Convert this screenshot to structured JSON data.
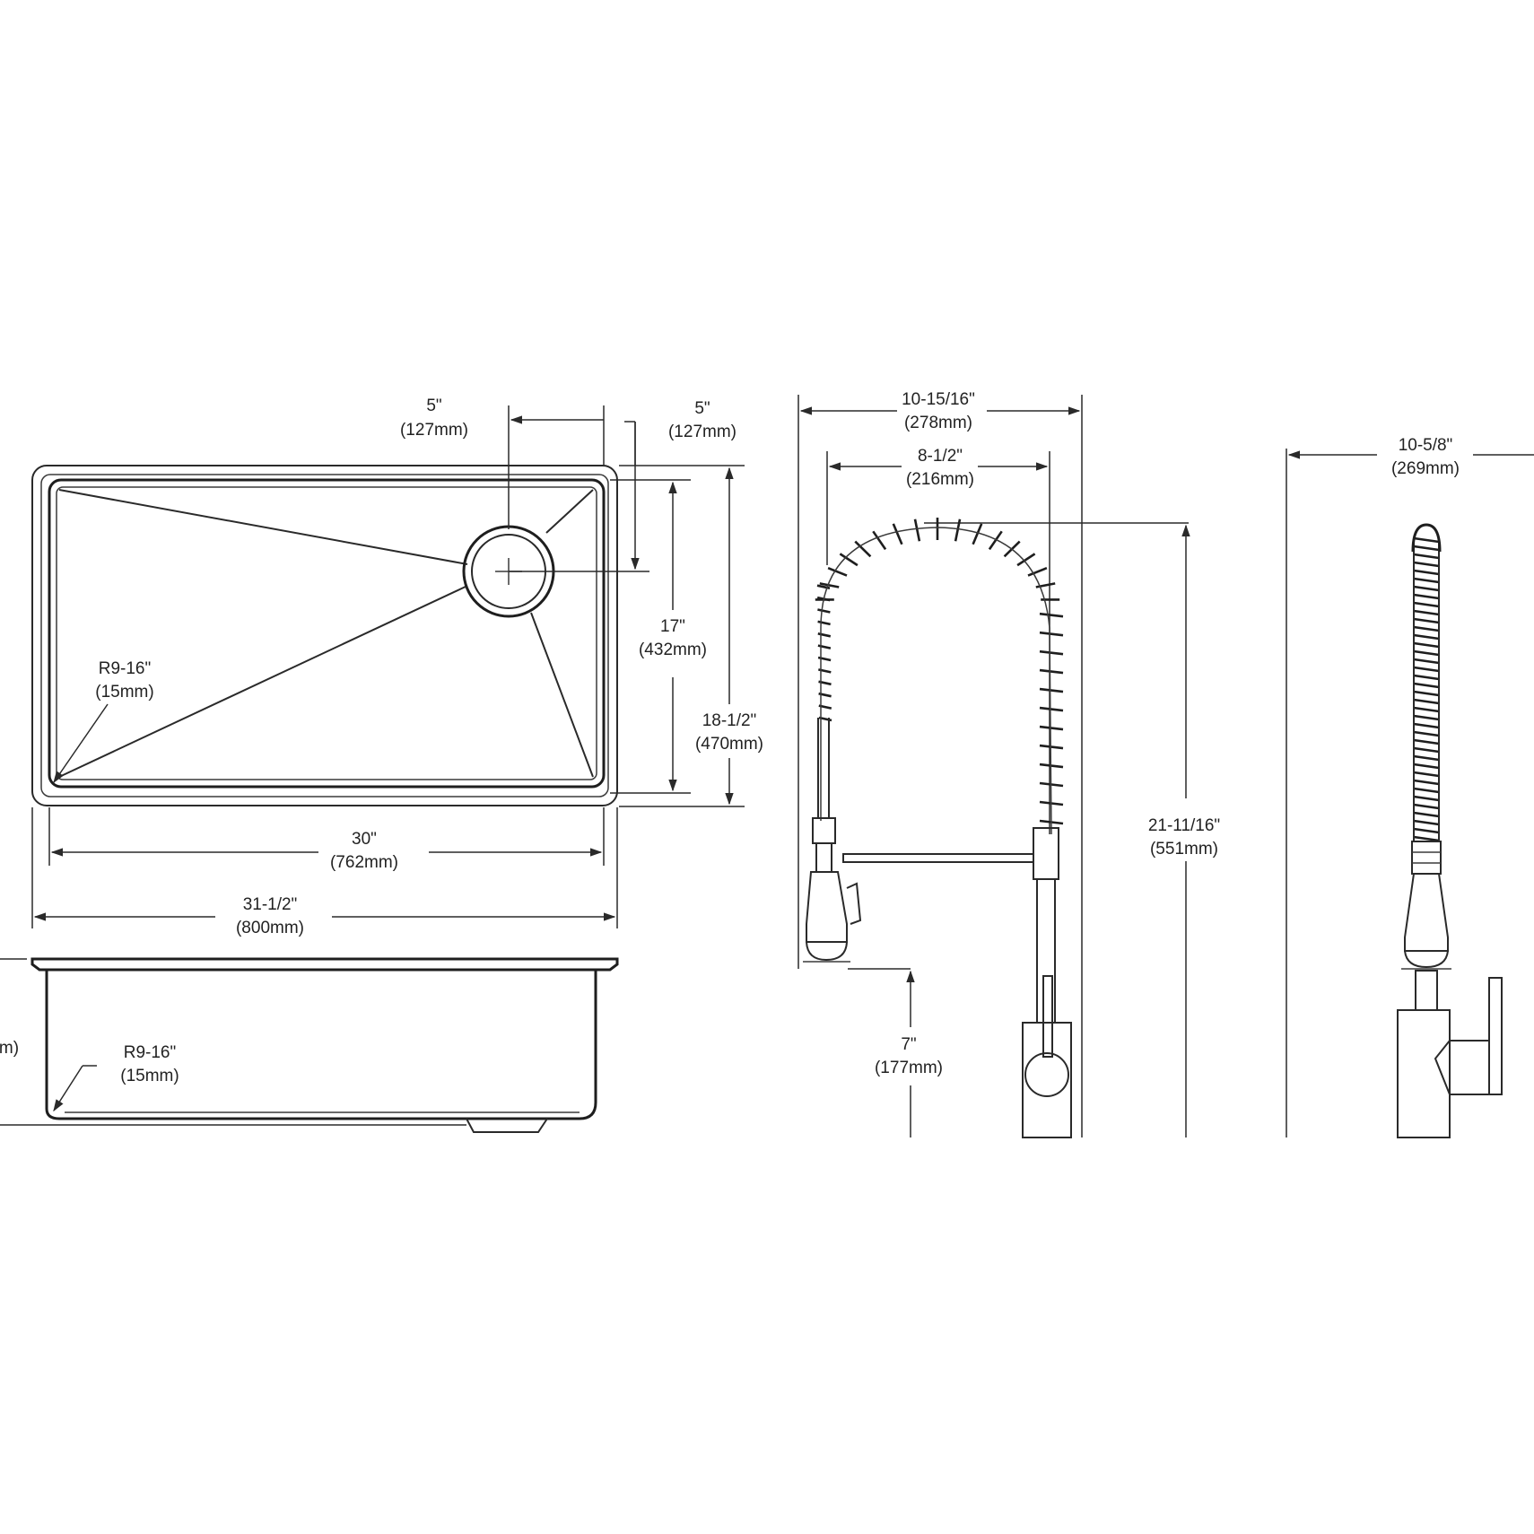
{
  "sink_top_view": {
    "drain_offset_x": {
      "in": "5\"",
      "mm": "(127mm)"
    },
    "drain_offset_y": {
      "in": "5\"",
      "mm": "(127mm)"
    },
    "bowl_width": {
      "in": "17\"",
      "mm": "(432mm)"
    },
    "overall_width": {
      "in": "18-1/2\"",
      "mm": "(470mm)"
    },
    "corner_radius": {
      "in": "R9-16\"",
      "mm": "(15mm)"
    },
    "bowl_length": {
      "in": "30\"",
      "mm": "(762mm)"
    },
    "overall_length": {
      "in": "31-1/2\"",
      "mm": "(800mm)"
    }
  },
  "sink_front_view": {
    "corner_radius": {
      "in": "R9-16\"",
      "mm": "(15mm)"
    },
    "depth_partial": "m)"
  },
  "faucet_front_view": {
    "overall_width": {
      "in": "10-15/16\"",
      "mm": "(278mm)"
    },
    "spout_reach": {
      "in": "8-1/2\"",
      "mm": "(216mm)"
    },
    "height": {
      "in": "21-11/16\"",
      "mm": "(551mm)"
    },
    "spray_clearance": {
      "in": "7\"",
      "mm": "(177mm)"
    }
  },
  "faucet_side_view": {
    "depth": {
      "in": "10-5/8\"",
      "mm": "(269mm)"
    }
  }
}
